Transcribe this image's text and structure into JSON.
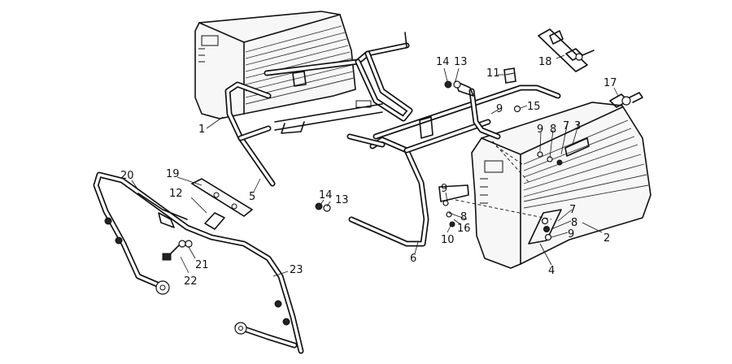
{
  "callouts": [
    "1",
    "2",
    "3",
    "4",
    "5",
    "6",
    "7",
    "8",
    "9",
    "10",
    "11",
    "12",
    "13",
    "14",
    "15",
    "16",
    "17",
    "18",
    "19",
    "20",
    "21",
    "22",
    "23"
  ]
}
